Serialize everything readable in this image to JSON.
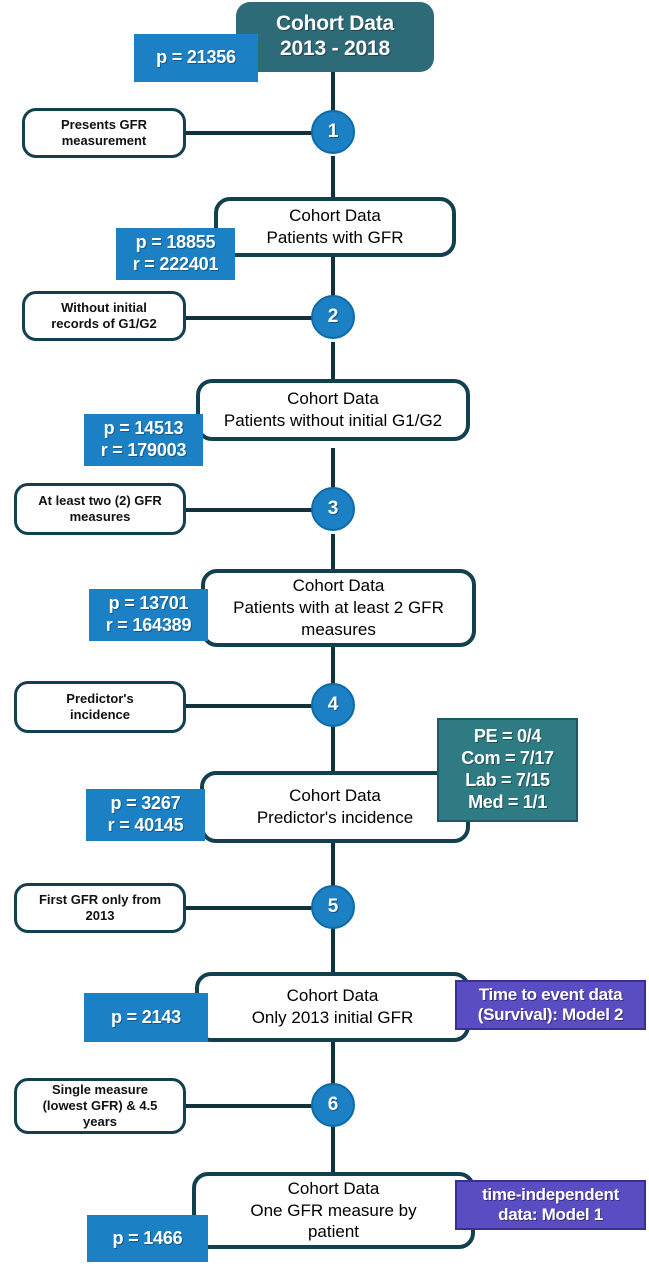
{
  "diagram": {
    "title": "Cohort data selection flowchart",
    "colors": {
      "teal_header": "#2e6b78",
      "teal_stats": "#2e7b84",
      "blue_badge": "#1b80c4",
      "purple_model": "#5a4dc4",
      "line": "#12404e",
      "box_border": "#12404e"
    },
    "header": {
      "line1": "Cohort Data",
      "line2": "2013 - 2018"
    },
    "process_boxes": [
      {
        "id": "box1",
        "line1": "Cohort Data",
        "line2": "Patients with GFR"
      },
      {
        "id": "box2",
        "line1": "Cohort Data",
        "line2": "Patients without initial G1/G2"
      },
      {
        "id": "box3",
        "line1": "Cohort Data",
        "line2": "Patients with at least 2 GFR",
        "line3": "measures"
      },
      {
        "id": "box4",
        "line1": "Cohort Data",
        "line2": "Predictor's incidence"
      },
      {
        "id": "box5",
        "line1": "Cohort Data",
        "line2": "Only 2013 initial GFR"
      },
      {
        "id": "box6",
        "line1": "Cohort Data",
        "line2": "One GFR measure by",
        "line3": "patient"
      }
    ],
    "criteria_boxes": [
      {
        "step": "1",
        "text": "Presents GFR\nmeasurement"
      },
      {
        "step": "2",
        "text": "Without initial\nrecords of G1/G2"
      },
      {
        "step": "3",
        "text": "At least two (2) GFR\nmeasures"
      },
      {
        "step": "4",
        "text": "Predictor's\nincidence"
      },
      {
        "step": "5",
        "text": "First GFR only from\n2013"
      },
      {
        "step": "6",
        "text": "Single measure\n(lowest GFR) & 4.5\nyears"
      }
    ],
    "step_numbers": [
      "1",
      "2",
      "3",
      "4",
      "5",
      "6"
    ],
    "count_badges": [
      {
        "id": "badge0",
        "patients": "p = 21356",
        "records": ""
      },
      {
        "id": "badge1",
        "patients": "p = 18855",
        "records": "r = 222401"
      },
      {
        "id": "badge2",
        "patients": "p = 14513",
        "records": "r = 179003"
      },
      {
        "id": "badge3",
        "patients": "p = 13701",
        "records": "r = 164389"
      },
      {
        "id": "badge4",
        "patients": "p = 3267",
        "records": "r = 40145"
      },
      {
        "id": "badge5",
        "patients": "p = 2143",
        "records": ""
      },
      {
        "id": "badge6",
        "patients": "p = 1466",
        "records": ""
      }
    ],
    "predictor_stats": {
      "line1": "PE = 0/4",
      "line2": "Com = 7/17",
      "line3": "Lab = 7/15",
      "line4": "Med = 1/1"
    },
    "model_boxes": [
      {
        "id": "model2",
        "line1": "Time to event data",
        "line2": "(Survival): Model 2"
      },
      {
        "id": "model1",
        "line1": "time-independent",
        "line2": "data: Model 1"
      }
    ]
  }
}
